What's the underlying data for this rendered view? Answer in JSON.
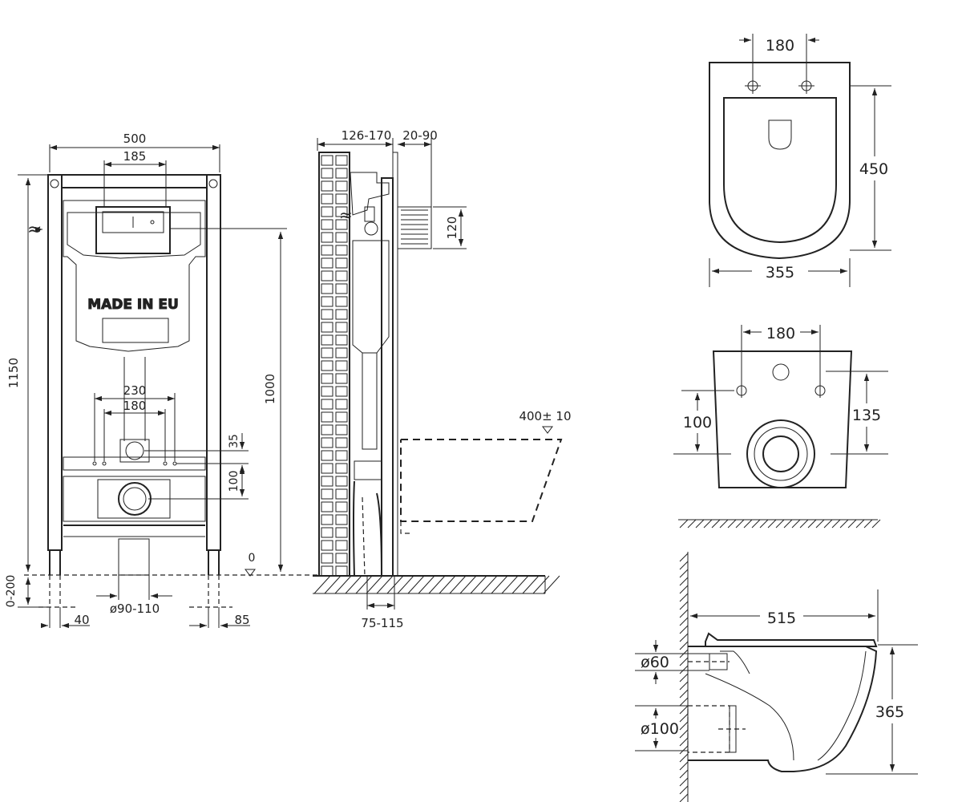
{
  "frame_front": {
    "width": "500",
    "button_width": "185",
    "height_total": "1150",
    "height_button": "1000",
    "adjust": "0-200",
    "span_230": "230",
    "span_180": "180",
    "offset_35": "35",
    "offset_100": "100",
    "drain": "ø90-110",
    "foot_40": "40",
    "foot_85": "85",
    "floor_level": "0",
    "logo_text": "MADE IN EU"
  },
  "frame_side": {
    "depth": "126-170",
    "protrusion": "20-90",
    "height_120": "120",
    "bowl_height": "400± 10",
    "outlet_offset": "75-115"
  },
  "bowl_top": {
    "bolt_spacing": "180",
    "length": "450",
    "width": "355"
  },
  "bowl_back": {
    "bolt_spacing": "180",
    "height_100": "100",
    "height_135": "135"
  },
  "bowl_side": {
    "depth": "515",
    "height": "365",
    "inlet": "ø60",
    "outlet": "ø100"
  }
}
